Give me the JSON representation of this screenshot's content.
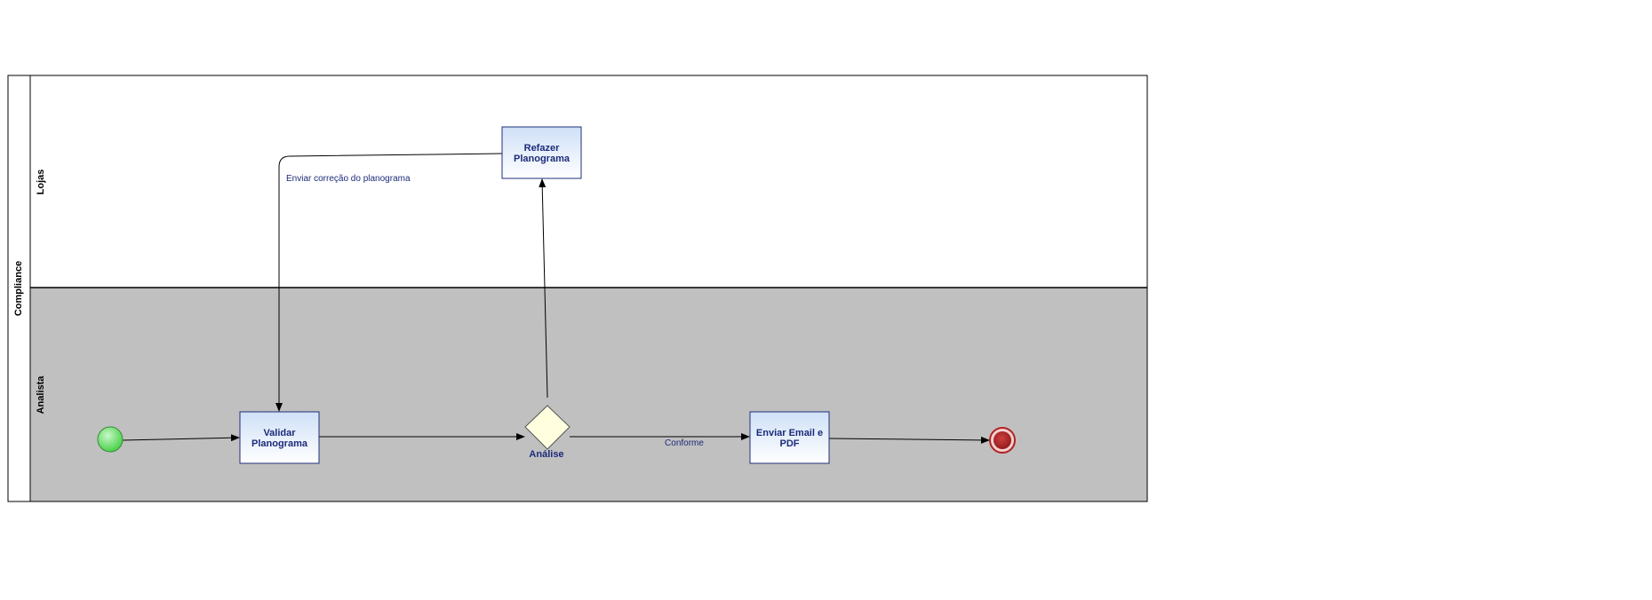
{
  "pool": {
    "label": "Compliance"
  },
  "lanes": [
    {
      "id": "lojas",
      "label": "Lojas"
    },
    {
      "id": "analista",
      "label": "Analista"
    }
  ],
  "tasks": [
    {
      "id": "refazer",
      "line1": "Refazer",
      "line2": "Planograma"
    },
    {
      "id": "validar",
      "line1": "Validar",
      "line2": "Planograma"
    },
    {
      "id": "enviar",
      "line1": "Enviar Email e",
      "line2": "PDF"
    }
  ],
  "gateway": {
    "label": "Análise"
  },
  "flows": {
    "correcao_label": "Enviar correção do planograma",
    "conforme_label": "Conforme"
  },
  "colors": {
    "lane_analista": "#c0c0c0",
    "task_text": "#1c2b7a",
    "start_event": "#66dd66",
    "end_event": "#b22222",
    "gateway_fill": "#ffffe0"
  }
}
